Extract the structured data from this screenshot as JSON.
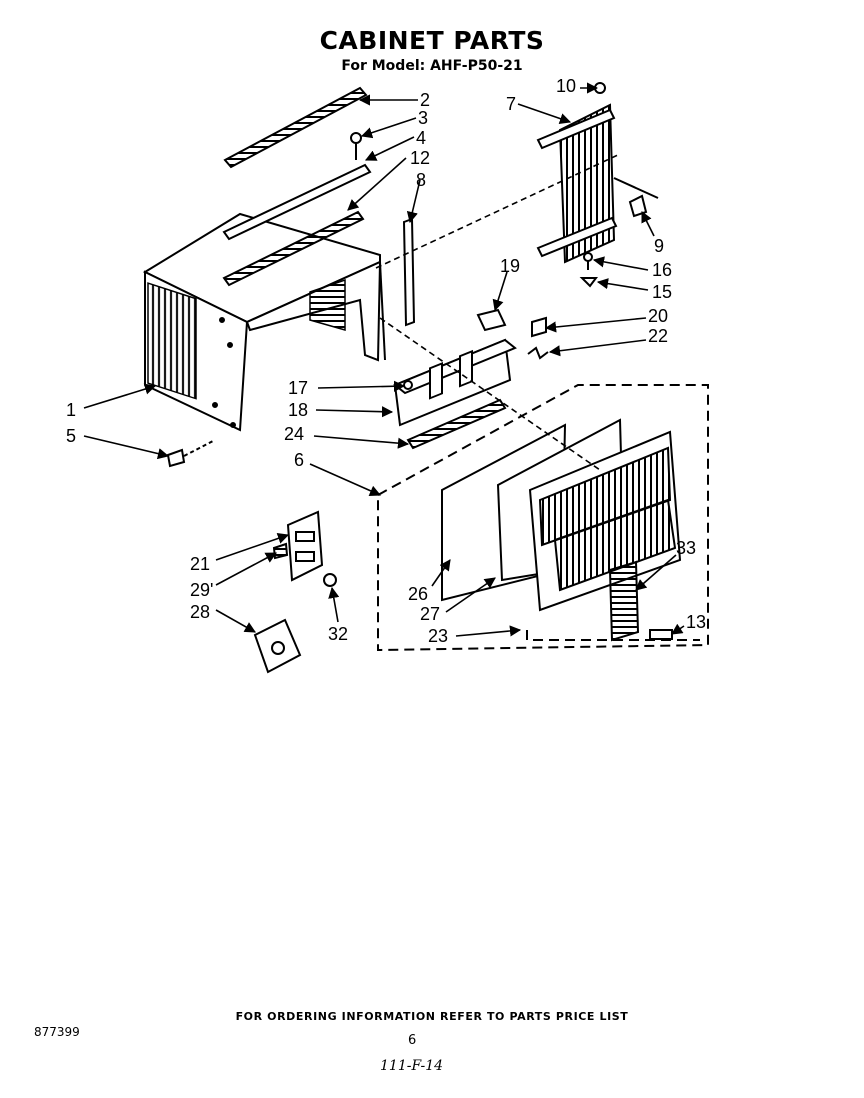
{
  "header": {
    "title": "CABINET PARTS",
    "subtitle": "For Model: AHF-P50-21"
  },
  "callouts": [
    "1",
    "2",
    "3",
    "4",
    "5",
    "6",
    "7",
    "8",
    "9",
    "10",
    "12",
    "13",
    "15",
    "16",
    "17",
    "18",
    "19",
    "20",
    "21",
    "22",
    "23",
    "24",
    "26",
    "27",
    "28",
    "29'",
    "32",
    "33"
  ],
  "footer": {
    "ordering_note": "FOR ORDERING INFORMATION REFER TO PARTS PRICE LIST",
    "document_number": "877399",
    "page_number": "6",
    "handwritten_date": "111-F-14"
  }
}
